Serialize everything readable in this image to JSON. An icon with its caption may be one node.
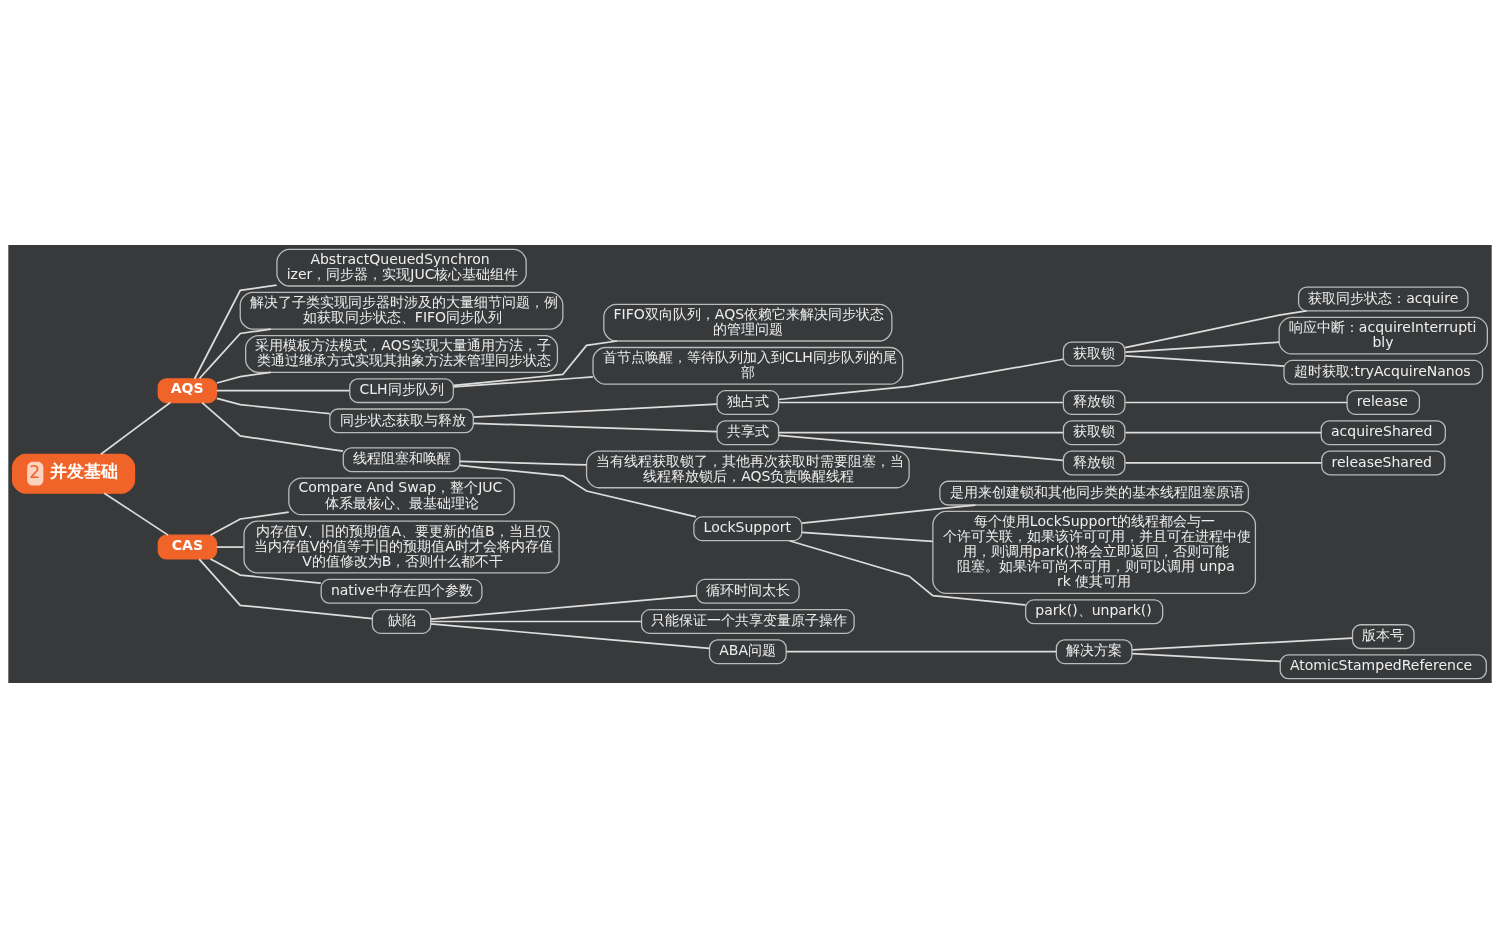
{
  "diagram": {
    "nodes": [
      {
        "text": [
          "2",
          "并发基础"
        ]
      },
      {
        "text": [
          "AQS"
        ]
      },
      {
        "text": [
          "AbstractQueuedSynchronizer，同步器，实现JUC核心基础组件"
        ]
      },
      {
        "text": [
          "解决了子类实现同步器时涉及的大量细节问题，例如获取同步状态、FIFO同步队列"
        ]
      },
      {
        "text": [
          "采用模板方法模式，AQS实现大量通用方法，子类通过继承方式实现其抽象方法来管理同步状态"
        ]
      },
      {
        "text": [
          "CLH同步队列"
        ]
      },
      {
        "text": [
          "FIFO双向队列，AQS依赖它来解决同步状态的管理问题"
        ]
      },
      {
        "text": [
          "首节点唤醒，等待队列加入到CLH同步队列的尾部"
        ]
      },
      {
        "text": [
          "同步状态获取与释放"
        ]
      },
      {
        "text": [
          "独占式"
        ]
      },
      {
        "text": [
          "获取锁"
        ]
      },
      {
        "text": [
          "获取同步状态：acquire"
        ]
      },
      {
        "text": [
          "响应中断：acquireInterruptibly"
        ]
      },
      {
        "text": [
          "超时获取:tryAcquireNanos"
        ]
      },
      {
        "text": [
          "释放锁"
        ]
      },
      {
        "text": [
          "release"
        ]
      },
      {
        "text": [
          "共享式"
        ]
      },
      {
        "text": [
          "获取锁"
        ]
      },
      {
        "text": [
          "acquireShared"
        ]
      },
      {
        "text": [
          "释放锁"
        ]
      },
      {
        "text": [
          "releaseShared"
        ]
      },
      {
        "text": [
          "线程阻塞和唤醒"
        ]
      },
      {
        "text": [
          "当有线程获取锁了，其他再次获取时需要阻塞，当线程释放锁后，AQS负责唤醒线程"
        ]
      },
      {
        "text": [
          "LockSupport"
        ]
      },
      {
        "text": [
          "是用来创建锁和其他同步类的基本线程阻塞原语"
        ]
      },
      {
        "text": [
          "每个使用LockSupport的线程都会与一个许可关联，如果该许可可用，并且可在进程中使用，则调用park()将会立即返回，否则可能阻塞。如果许可尚不可用，则可以调用 unpark 使其可用"
        ]
      },
      {
        "text": [
          "park()、unpark()"
        ]
      },
      {
        "text": [
          "CAS"
        ]
      },
      {
        "text": [
          "Compare And Swap，整个JUC体系最核心、最基础理论"
        ]
      },
      {
        "text": [
          "内存值V、旧的预期值A、要更新的值B，当且仅当内存值V的值等于旧的预期值A时才会将内存值V的值修改为B，否则什么都不干"
        ]
      },
      {
        "text": [
          "native中存在四个参数"
        ]
      },
      {
        "text": [
          "缺陷"
        ]
      },
      {
        "text": [
          "循环时间太长"
        ]
      },
      {
        "text": [
          "只能保证一个共享变量原子操作"
        ]
      },
      {
        "text": [
          "ABA问题"
        ]
      },
      {
        "text": [
          "解决方案"
        ]
      },
      {
        "text": [
          "版本号"
        ]
      },
      {
        "text": [
          "AtomicStampedReference"
        ]
      }
    ],
    "edges": [
      {
        "from": 0,
        "to": 1,
        "arrow": "none"
      },
      {
        "from": 1,
        "to": 2,
        "arrow": "none"
      },
      {
        "from": 1,
        "to": 3,
        "arrow": "none"
      },
      {
        "from": 1,
        "to": 4,
        "arrow": "none"
      },
      {
        "from": 1,
        "to": 5,
        "arrow": "none"
      },
      {
        "from": 5,
        "to": 6,
        "arrow": "none"
      },
      {
        "from": 5,
        "to": 7,
        "arrow": "none"
      },
      {
        "from": 1,
        "to": 8,
        "arrow": "none"
      },
      {
        "from": 8,
        "to": 9,
        "arrow": "none"
      },
      {
        "from": 9,
        "to": 10,
        "arrow": "none"
      },
      {
        "from": 10,
        "to": 11,
        "arrow": "none"
      },
      {
        "from": 10,
        "to": 12,
        "arrow": "none"
      },
      {
        "from": 10,
        "to": 13,
        "arrow": "none"
      },
      {
        "from": 9,
        "to": 14,
        "arrow": "none"
      },
      {
        "from": 14,
        "to": 15,
        "arrow": "none"
      },
      {
        "from": 8,
        "to": 16,
        "arrow": "none"
      },
      {
        "from": 16,
        "to": 17,
        "arrow": "none"
      },
      {
        "from": 17,
        "to": 18,
        "arrow": "none"
      },
      {
        "from": 16,
        "to": 19,
        "arrow": "none"
      },
      {
        "from": 19,
        "to": 20,
        "arrow": "none"
      },
      {
        "from": 1,
        "to": 21,
        "arrow": "none"
      },
      {
        "from": 21,
        "to": 22,
        "arrow": "none"
      },
      {
        "from": 21,
        "to": 23,
        "arrow": "none"
      },
      {
        "from": 23,
        "to": 24,
        "arrow": "none"
      },
      {
        "from": 23,
        "to": 25,
        "arrow": "none"
      },
      {
        "from": 23,
        "to": 26,
        "arrow": "none"
      },
      {
        "from": 0,
        "to": 27,
        "arrow": "none"
      },
      {
        "from": 27,
        "to": 28,
        "arrow": "none"
      },
      {
        "from": 27,
        "to": 29,
        "arrow": "none"
      },
      {
        "from": 27,
        "to": 30,
        "arrow": "none"
      },
      {
        "from": 27,
        "to": 31,
        "arrow": "none"
      },
      {
        "from": 31,
        "to": 32,
        "arrow": "none"
      },
      {
        "from": 31,
        "to": 33,
        "arrow": "none"
      },
      {
        "from": 31,
        "to": 34,
        "arrow": "none"
      },
      {
        "from": 34,
        "to": 35,
        "arrow": "none"
      },
      {
        "from": 35,
        "to": 36,
        "arrow": "none"
      },
      {
        "from": 35,
        "to": 37,
        "arrow": "none"
      }
    ]
  }
}
